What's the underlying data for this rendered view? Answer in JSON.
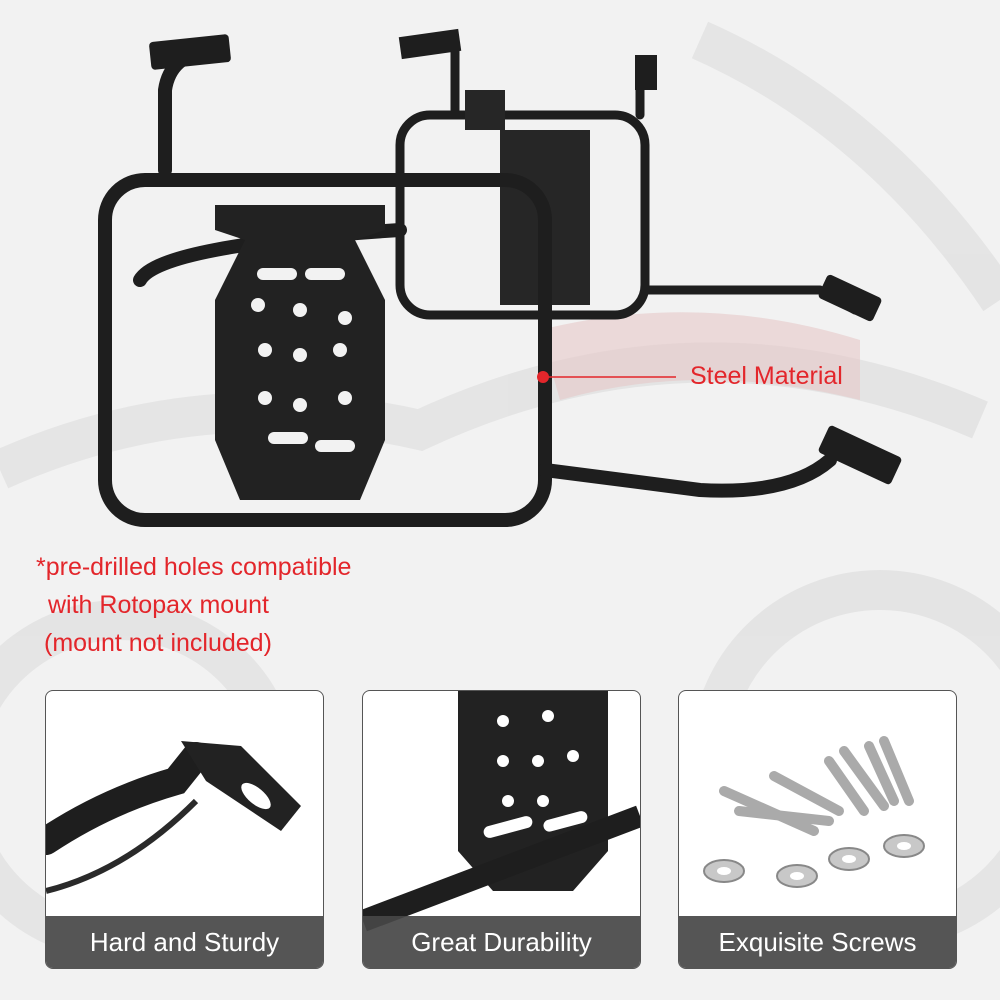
{
  "callouts": {
    "material": "Steel Material"
  },
  "note": {
    "line1": "*pre-drilled holes compatible",
    "line2": "with Rotopax mount",
    "line3": "(mount not included)"
  },
  "features": [
    {
      "label": "Hard and Sturdy"
    },
    {
      "label": "Great Durability"
    },
    {
      "label": "Exquisite Screws"
    }
  ],
  "colors": {
    "accent": "#e3262b",
    "frame": "#1e1e1e",
    "caption_bg": "#464646"
  }
}
